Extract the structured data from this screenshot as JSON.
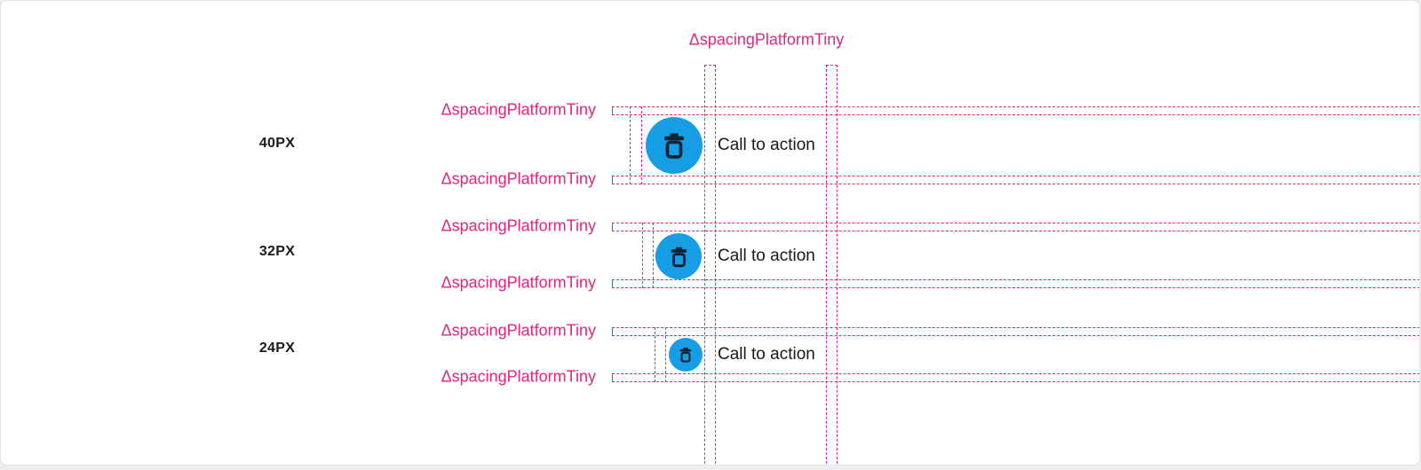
{
  "colors": {
    "annotation_pink": "#e5247f",
    "button_blue": "#169de4",
    "icon_dark": "#0e2433",
    "text_dark": "#16181b",
    "canvas_bg": "#ffffff"
  },
  "top_annotation": {
    "token": "ΔspacingPlatformTiny"
  },
  "rows": [
    {
      "size": "40PX",
      "cta": "Call to action",
      "top_token": "ΔspacingPlatformTiny",
      "bottom_token": "ΔspacingPlatformTiny",
      "icon": "trash-icon"
    },
    {
      "size": "32PX",
      "cta": "Call to action",
      "top_token": "ΔspacingPlatformTiny",
      "bottom_token": "ΔspacingPlatformTiny",
      "icon": "trash-icon"
    },
    {
      "size": "24PX",
      "cta": "Call to action",
      "top_token": "ΔspacingPlatformTiny",
      "bottom_token": "ΔspacingPlatformTiny",
      "icon": "trash-icon"
    }
  ]
}
